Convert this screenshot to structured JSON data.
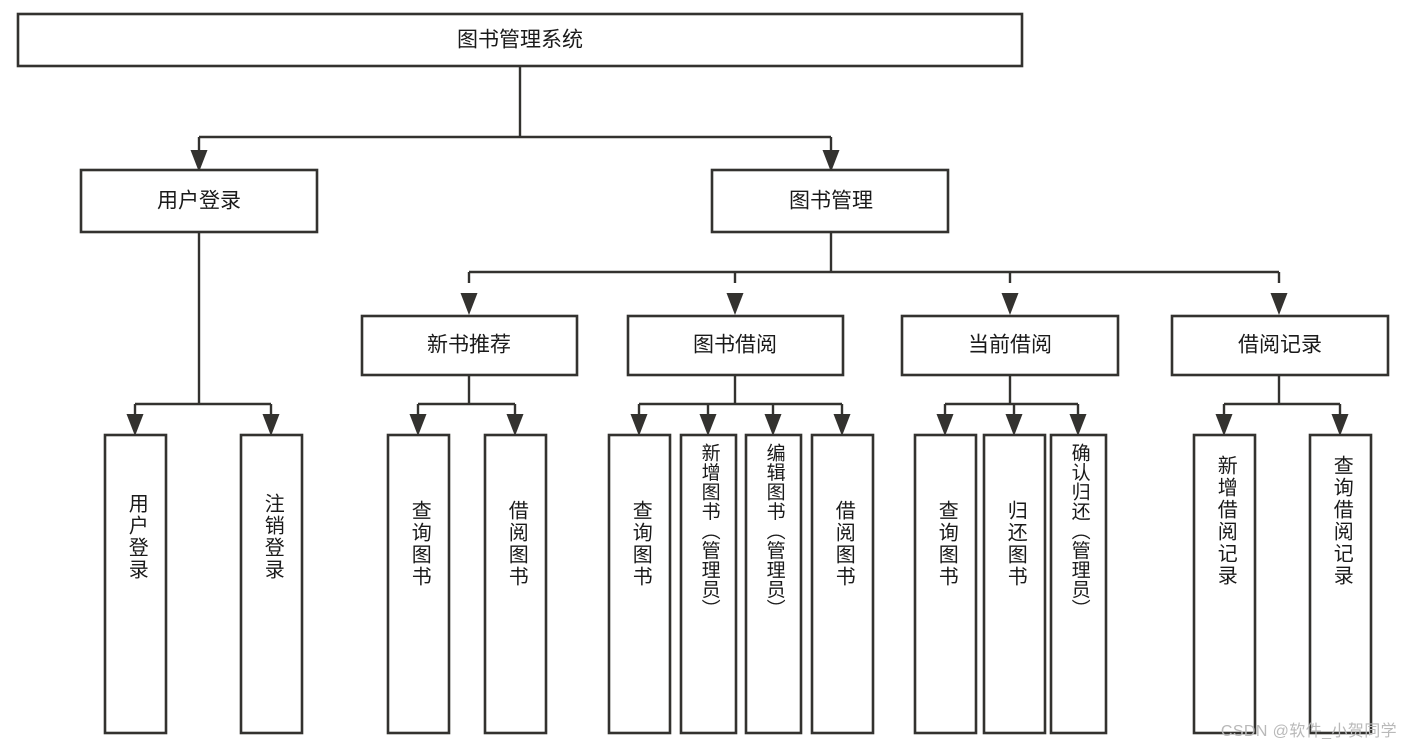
{
  "diagram": {
    "title": "图书管理系统",
    "type": "hierarchy-tree",
    "orientation": "top-down",
    "box_fill": "#ffffff",
    "box_stroke": "#33322f",
    "text_color": "#1a1a1a",
    "background": "#ffffff"
  },
  "root": {
    "label": "图书管理系统"
  },
  "level2": [
    {
      "label": "用户登录"
    },
    {
      "label": "图书管理"
    }
  ],
  "level3": [
    {
      "label": "新书推荐"
    },
    {
      "label": "图书借阅"
    },
    {
      "label": "当前借阅"
    },
    {
      "label": "借阅记录"
    }
  ],
  "leaves": {
    "user_login": [
      {
        "label": "用户登录"
      },
      {
        "label": "注销登录"
      }
    ],
    "new_book_recommend": [
      {
        "label": "查询图书"
      },
      {
        "label": "借阅图书"
      }
    ],
    "book_borrow": [
      {
        "label": "查询图书"
      },
      {
        "label": "新增图书（管理员）"
      },
      {
        "label": "编辑图书（管理员）"
      },
      {
        "label": "借阅图书"
      }
    ],
    "current_borrow": [
      {
        "label": "查询图书"
      },
      {
        "label": "归还图书"
      },
      {
        "label": "确认归还（管理员）"
      }
    ],
    "borrow_record": [
      {
        "label": "新增借阅记录"
      },
      {
        "label": "查询借阅记录"
      }
    ]
  },
  "watermark": {
    "text": "CSDN @软件_小贺同学"
  }
}
